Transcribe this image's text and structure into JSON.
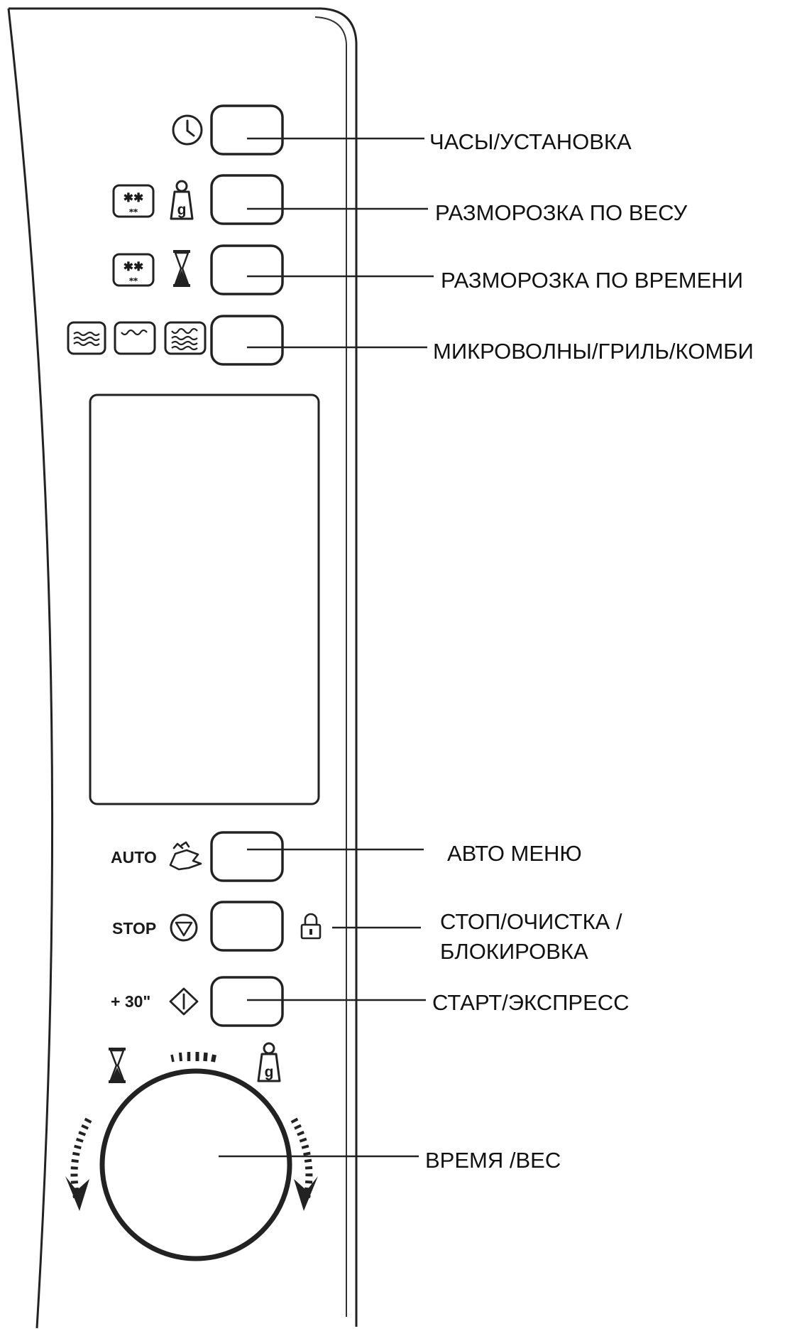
{
  "labels": {
    "clock": "ЧАСЫ/УСТАНОВКА",
    "defrost_weight": "РАЗМОРОЗКА ПО ВЕСУ",
    "defrost_time": "РАЗМОРОЗКА ПО ВРЕМЕНИ",
    "mode": "МИКРОВОЛНЫ/ГРИЛЬ/КОМБИ",
    "auto_menu": "АВТО МЕНЮ",
    "stop_line1": "СТОП/ОЧИСТКА /",
    "stop_line2": "БЛОКИРОВКА",
    "start": "СТАРТ/ЭКСПРЕСС",
    "knob": "ВРЕМЯ /ВЕС"
  },
  "panel_text": {
    "auto": "AUTO",
    "stop": "STOP",
    "plus30": "+ 30\"",
    "weight_g": "g"
  },
  "icons": {
    "clock": "clock-icon",
    "defrost": "defrost-snowflake-icon",
    "weight": "weight-g-icon",
    "hourglass": "hourglass-icon",
    "microwave": "microwave-icon",
    "grill": "grill-icon",
    "combi": "combi-icon",
    "auto": "chicken-icon",
    "stop": "stop-triangle-icon",
    "start": "start-diamond-icon",
    "lock": "padlock-icon"
  }
}
